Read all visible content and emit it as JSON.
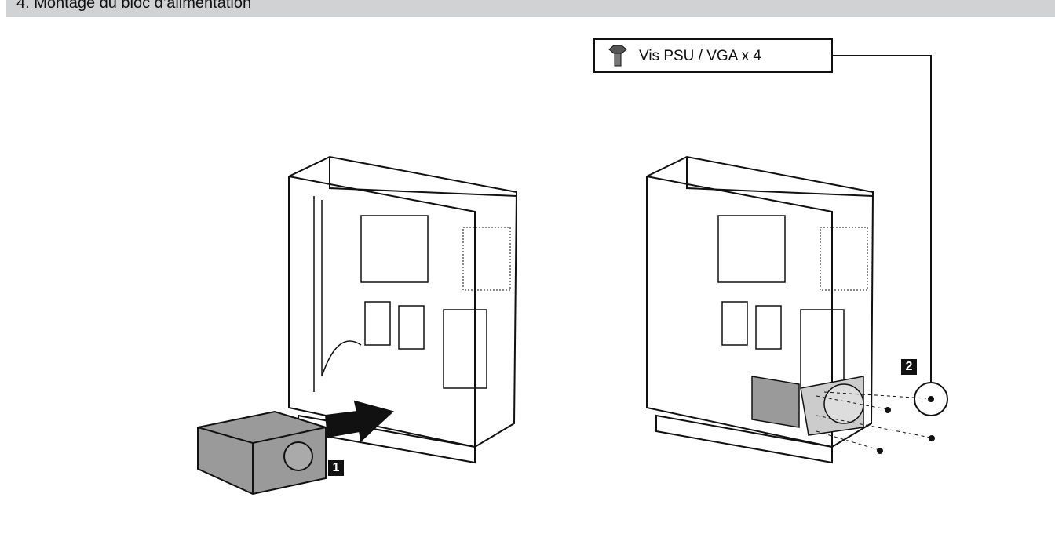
{
  "section": {
    "title": "4.  Montage du bloc d’alimentation"
  },
  "callout": {
    "label": "Vis PSU / VGA x 4",
    "icon": "screw-icon"
  },
  "steps": [
    {
      "number": "1"
    },
    {
      "number": "2"
    }
  ]
}
